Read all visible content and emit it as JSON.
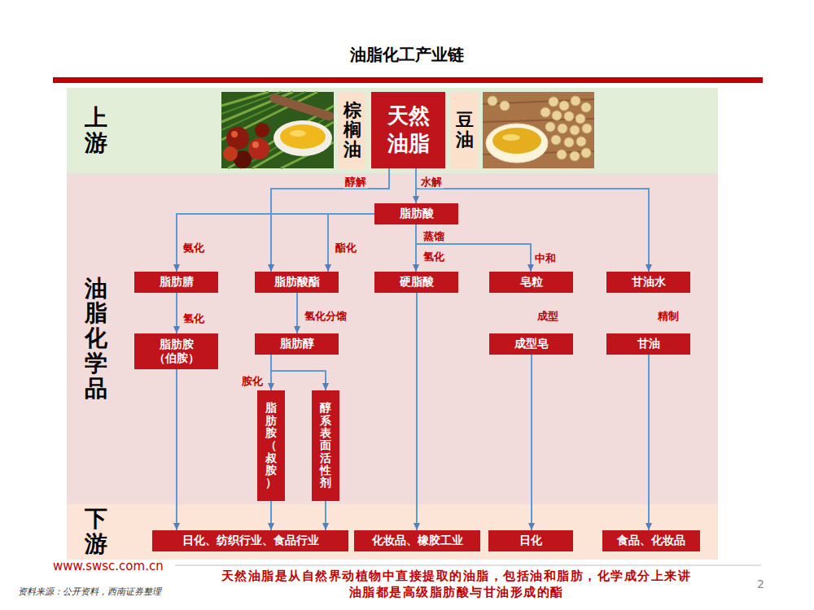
{
  "diagram": {
    "title": "油脂化工产业链",
    "caption": "天然油脂是从自然界动植物中直接提取的油脂，包括油和脂肪，化学成分上来讲 油脂都是高级脂肪酸与甘油形成的酯",
    "nodes": [
      {
        "text": [
          "上游"
        ]
      },
      {
        "text": [
          "棕榈油"
        ],
        "in": 0
      },
      {
        "text": [
          "天然 油脂"
        ],
        "in": 0
      },
      {
        "text": [
          "豆油"
        ],
        "in": 0
      },
      {
        "text": [
          "油脂化学品"
        ]
      },
      {
        "text": [
          "脂肪酸"
        ],
        "in": 4
      },
      {
        "text": [
          "脂肪腈"
        ],
        "in": 4
      },
      {
        "text": [
          "脂肪酸酯"
        ],
        "in": 4
      },
      {
        "text": [
          "硬脂酸"
        ],
        "in": 4
      },
      {
        "text": [
          "皂粒"
        ],
        "in": 4
      },
      {
        "text": [
          "甘油水"
        ],
        "in": 4
      },
      {
        "text": [
          "脂肪胺 （伯胺）"
        ],
        "in": 4
      },
      {
        "text": [
          "脂肪醇"
        ],
        "in": 4
      },
      {
        "text": [
          "成型皂"
        ],
        "in": 4
      },
      {
        "text": [
          "甘油"
        ],
        "in": 4
      },
      {
        "text": [
          "脂肪胺（叔胺）"
        ],
        "in": 4
      },
      {
        "text": [
          "醇系表面活性剂"
        ],
        "in": 4
      },
      {
        "text": [
          "下游"
        ]
      },
      {
        "text": [
          "日化、纺织行业、食品行业"
        ],
        "in": 17
      },
      {
        "text": [
          "化妆品、橡胶工业"
        ],
        "in": 17
      },
      {
        "text": [
          "日化"
        ],
        "in": 17
      },
      {
        "text": [
          "食品、化妆品"
        ],
        "in": 17
      }
    ],
    "edges": [
      {
        "from": 2,
        "to": 7,
        "arrow": "to",
        "label": "醇解"
      },
      {
        "from": 2,
        "to": 5,
        "arrow": "to",
        "label": "水解"
      },
      {
        "from": 2,
        "to": 10,
        "arrow": "to"
      },
      {
        "from": 5,
        "to": 6,
        "arrow": "to",
        "label": "氨化"
      },
      {
        "from": 5,
        "to": 7,
        "arrow": "to",
        "label": "酯化"
      },
      {
        "from": 5,
        "to": 8,
        "arrow": "to",
        "label": "氢化"
      },
      {
        "from": 5,
        "to": 9,
        "arrow": "to",
        "label": "中和"
      },
      {
        "from": 6,
        "to": 11,
        "arrow": "to",
        "label": "氢化"
      },
      {
        "from": 7,
        "to": 12,
        "arrow": "to",
        "label": "氢化分馏"
      },
      {
        "from": 12,
        "to": 15,
        "arrow": "to",
        "label": "胺化"
      },
      {
        "from": 12,
        "to": 16,
        "arrow": "to"
      },
      {
        "from": 11,
        "to": 18,
        "arrow": "to"
      },
      {
        "from": 15,
        "to": 18,
        "arrow": "to"
      },
      {
        "from": 16,
        "to": 18,
        "arrow": "to"
      },
      {
        "from": 8,
        "to": 19,
        "arrow": "to"
      },
      {
        "from": 13,
        "to": 20,
        "arrow": "to",
        "label": "成型"
      },
      {
        "from": 14,
        "to": 21,
        "arrow": "to",
        "label": "精制"
      }
    ],
    "labels": [
      "蒸馏",
      "www.swsc.com.cn",
      "资料来源：公开资料，西南证券整理",
      "2"
    ]
  }
}
